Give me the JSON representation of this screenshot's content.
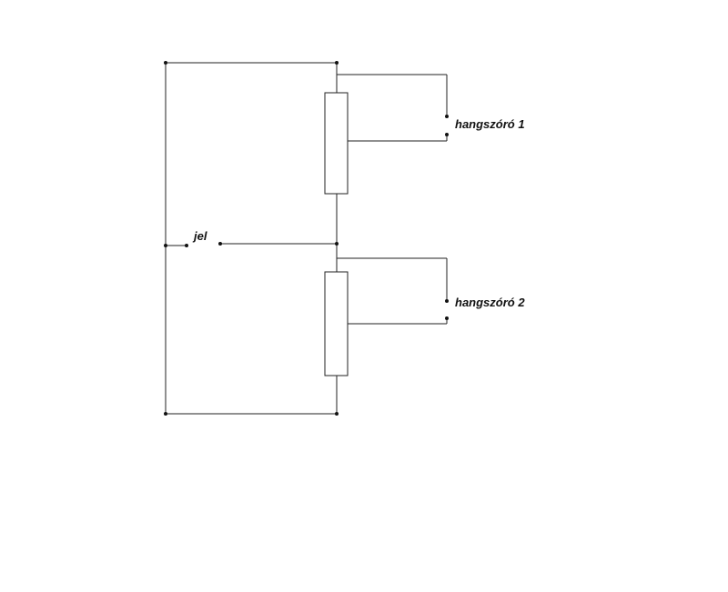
{
  "labels": {
    "signal": "jel",
    "speaker_1": "hangszóró 1",
    "speaker_2": "hangszóró 2"
  },
  "colors": {
    "background": "#ffffff",
    "line": "#222222"
  }
}
